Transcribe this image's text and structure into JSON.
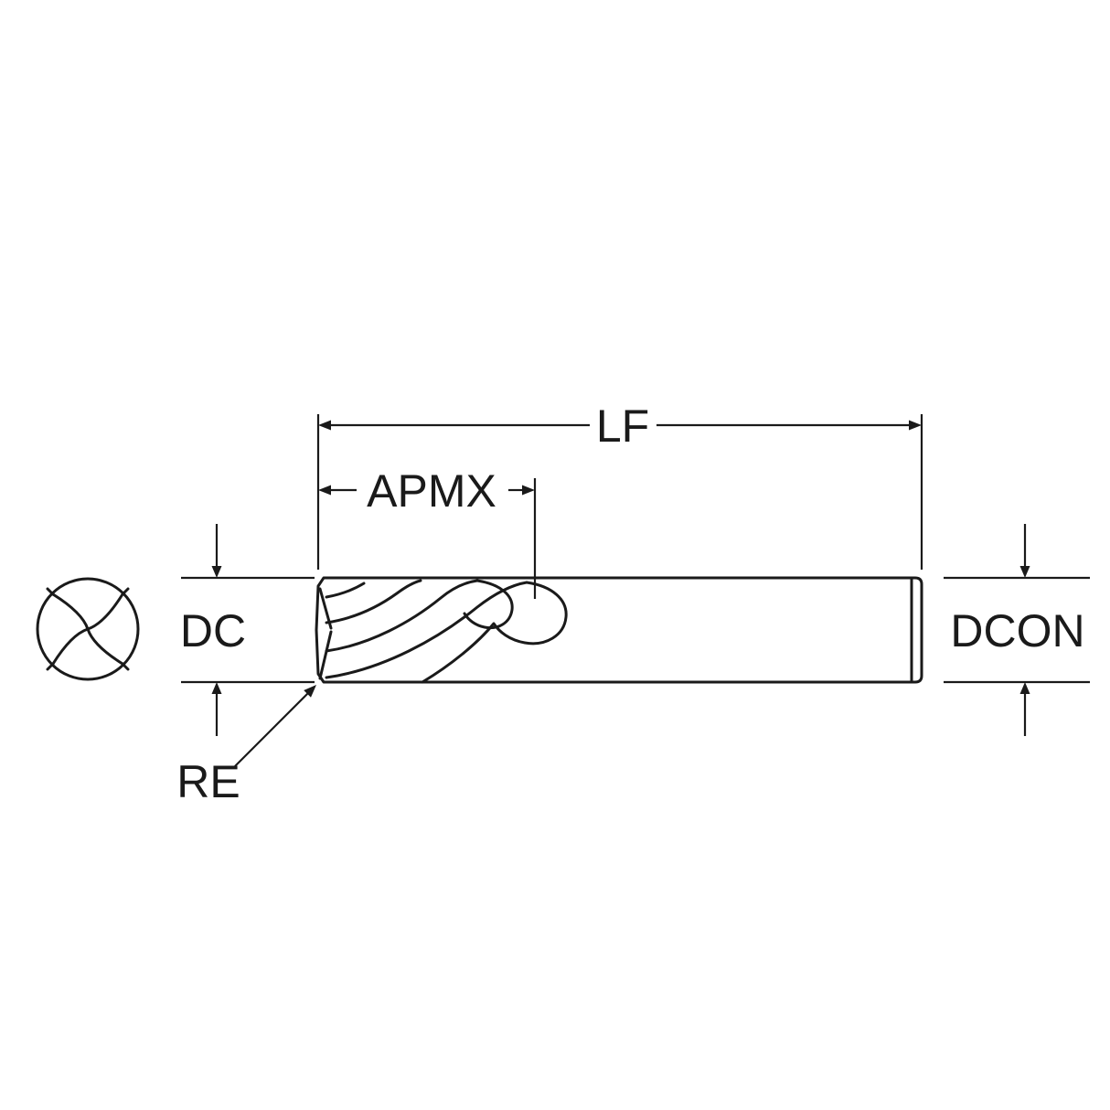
{
  "diagram": {
    "type": "technical-drawing",
    "subject": "end-mill-dimension-diagram",
    "labels": {
      "lf": "LF",
      "apmx": "APMX",
      "dc": "DC",
      "dcon": "DCON",
      "re": "RE"
    },
    "colors": {
      "line": "#1a1a1a",
      "background": "#ffffff"
    }
  }
}
